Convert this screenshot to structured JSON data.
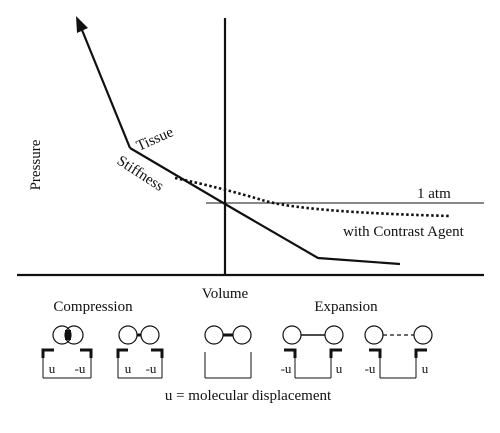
{
  "colors": {
    "ink": "#111111",
    "background": "#ffffff"
  },
  "axes": {
    "y_label": "Pressure",
    "x_label": "Volume"
  },
  "curves": {
    "tissue_label_line1": "Tissue",
    "tissue_label_line2": "Stiffness",
    "atm_label": "1 atm",
    "contrast_label": "with Contrast Agent"
  },
  "states": {
    "compression_label": "Compression",
    "expansion_label": "Expansion",
    "displacement_labels": {
      "d1_left": "u",
      "d1_right": "-u",
      "d2_left": "u",
      "d2_right": "-u",
      "d4_left": "-u",
      "d4_right": "u",
      "d5_left": "-u",
      "d5_right": "u"
    }
  },
  "legend": {
    "u_definition": "u = molecular displacement"
  }
}
